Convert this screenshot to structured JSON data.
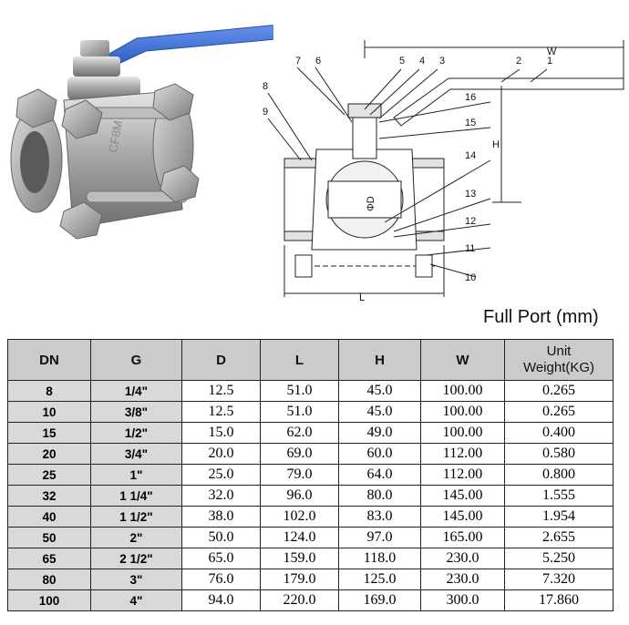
{
  "subtitle": "Full Port (mm)",
  "body_marking": "CF8M",
  "drawing": {
    "parts": [
      "1",
      "2",
      "3",
      "4",
      "5",
      "6",
      "7",
      "8",
      "9",
      "10",
      "11",
      "12",
      "13",
      "14",
      "15",
      "16"
    ],
    "dimensions": {
      "w": "W",
      "h": "H",
      "l": "L",
      "d": "ΦD"
    }
  },
  "table": {
    "headers": [
      "DN",
      "G",
      "D",
      "L",
      "H",
      "W"
    ],
    "unit_header": [
      "Unit",
      "Weight(KG)"
    ],
    "rows": [
      [
        "8",
        "1/4\"",
        "12.5",
        "51.0",
        "45.0",
        "100.00",
        "0.265"
      ],
      [
        "10",
        "3/8\"",
        "12.5",
        "51.0",
        "45.0",
        "100.00",
        "0.265"
      ],
      [
        "15",
        "1/2\"",
        "15.0",
        "62.0",
        "49.0",
        "100.00",
        "0.400"
      ],
      [
        "20",
        "3/4\"",
        "20.0",
        "69.0",
        "60.0",
        "112.00",
        "0.580"
      ],
      [
        "25",
        "1\"",
        "25.0",
        "79.0",
        "64.0",
        "112.00",
        "0.800"
      ],
      [
        "32",
        "1 1/4\"",
        "32.0",
        "96.0",
        "80.0",
        "145.00",
        "1.555"
      ],
      [
        "40",
        "1 1/2\"",
        "38.0",
        "102.0",
        "83.0",
        "145.00",
        "1.954"
      ],
      [
        "50",
        "2\"",
        "50.0",
        "124.0",
        "97.0",
        "165.00",
        "2.655"
      ],
      [
        "65",
        "2 1/2\"",
        "65.0",
        "159.0",
        "118.0",
        "230.0",
        "5.250"
      ],
      [
        "80",
        "3\"",
        "76.0",
        "179.0",
        "125.0",
        "230.0",
        "7.320"
      ],
      [
        "100",
        "4\"",
        "94.0",
        "220.0",
        "169.0",
        "300.0",
        "17.860"
      ]
    ]
  }
}
